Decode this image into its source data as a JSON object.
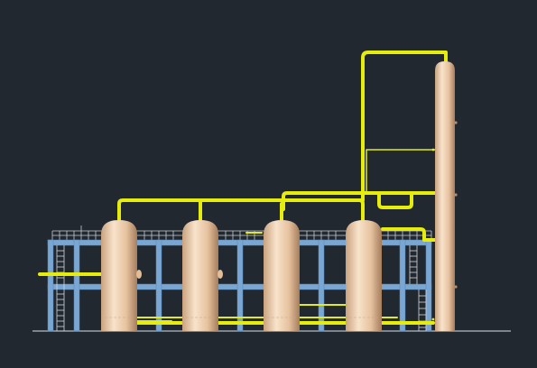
{
  "viewport": {
    "background": "#212830"
  },
  "colors": {
    "pipe": "#e6ec0c",
    "pipe_dark": "#a9ad00",
    "steel": "#7aa6d4",
    "steel_dark": "#5a86b4",
    "vessel_light": "#f6ddc3",
    "vessel_mid": "#e2bd98",
    "vessel_dark": "#b78f6c",
    "railing": "#c8ccd2",
    "ground": "#9aa3ad"
  },
  "scene": {
    "vessels": [
      {
        "id": "vessel-1"
      },
      {
        "id": "vessel-2"
      },
      {
        "id": "vessel-3"
      },
      {
        "id": "vessel-4"
      }
    ],
    "column": {
      "id": "distillation-column"
    }
  }
}
